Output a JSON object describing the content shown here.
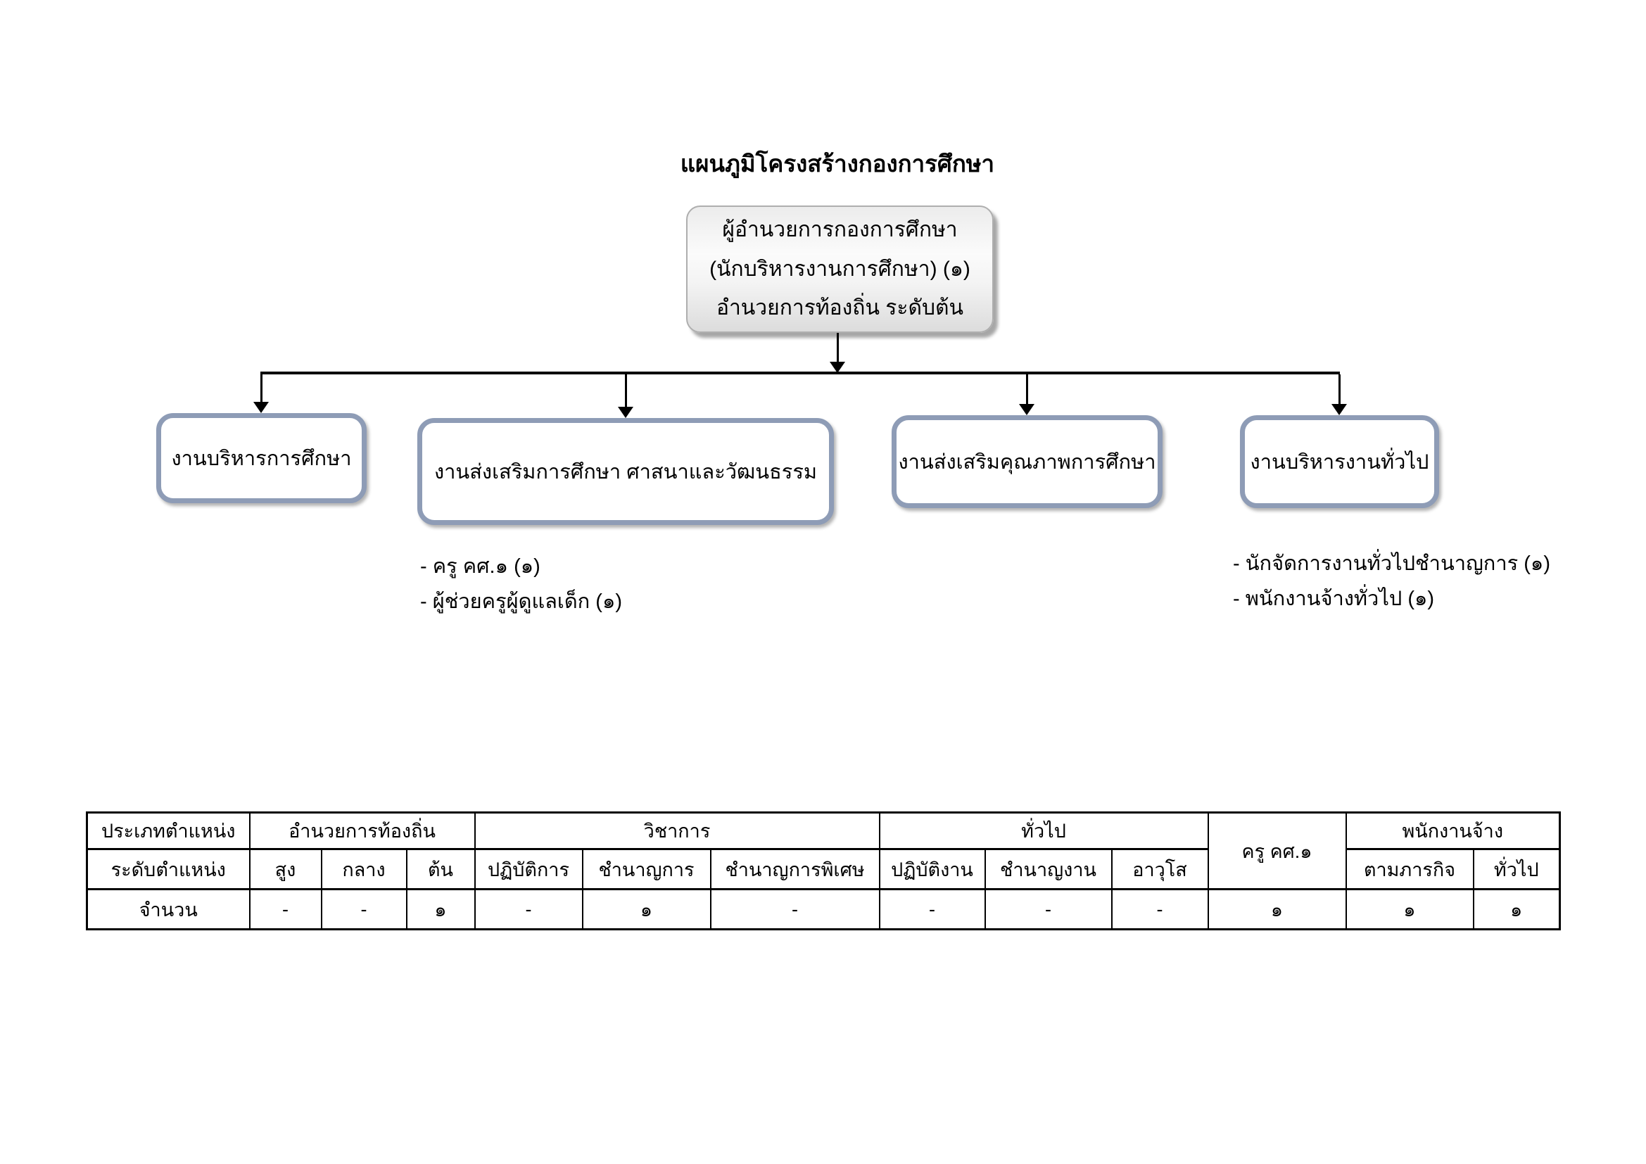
{
  "title": "แผนภูมิโครงสร้างกองการศึกษา",
  "org_chart": {
    "root_box": {
      "line1": "ผู้อำนวยการกองการศึกษา",
      "line2": "(นักบริหารงานการศึกษา) (๑)",
      "line3": "อำนวยการท้องถิ่น ระดับต้น"
    },
    "child_boxes": [
      {
        "label": "งานบริหารการศึกษา"
      },
      {
        "label": "งานส่งเสริมการศึกษา ศาสนาและวัฒนธรรม"
      },
      {
        "label": "งานส่งเสริมคุณภาพการศึกษา"
      },
      {
        "label": "งานบริหารงานทั่วไป"
      }
    ],
    "staff_lists": {
      "under_education_promotion": [
        "- ครู คศ.๑ (๑)",
        "- ผู้ช่วยครูผู้ดูแลเด็ก (๑)"
      ],
      "under_general_admin": [
        "- นักจัดการงานทั่วไปชำนาญการ (๑)",
        "- พนักงานจ้างทั่วไป (๑)"
      ]
    }
  },
  "table": {
    "row1": {
      "col1": "ประเภทตำแหน่ง",
      "group_admin": "อำนวยการท้องถิ่น",
      "group_academic": "วิชาการ",
      "group_general": "ทั่วไป",
      "group_teacher": "ครู คศ.๑",
      "group_employee": "พนักงานจ้าง"
    },
    "row2": {
      "col1": "ระดับตำแหน่ง",
      "levels": [
        "สูง",
        "กลาง",
        "ต้น",
        "ปฏิบัติการ",
        "ชำนาญการ",
        "ชำนาญการพิเศษ",
        "ปฏิบัติงาน",
        "ชำนาญงาน",
        "อาวุโส",
        "ตามภารกิจ",
        "ทั่วไป"
      ]
    },
    "row3": {
      "col1": "จำนวน",
      "counts": [
        "-",
        "-",
        "๑",
        "-",
        "๑",
        "-",
        "-",
        "-",
        "-",
        "๑",
        "๑",
        "๑"
      ]
    }
  },
  "colors": {
    "child_box_border": "#8e9cb6",
    "root_box_border": "#aeaeae",
    "connector_line": "#000000",
    "table_border": "#000000"
  }
}
